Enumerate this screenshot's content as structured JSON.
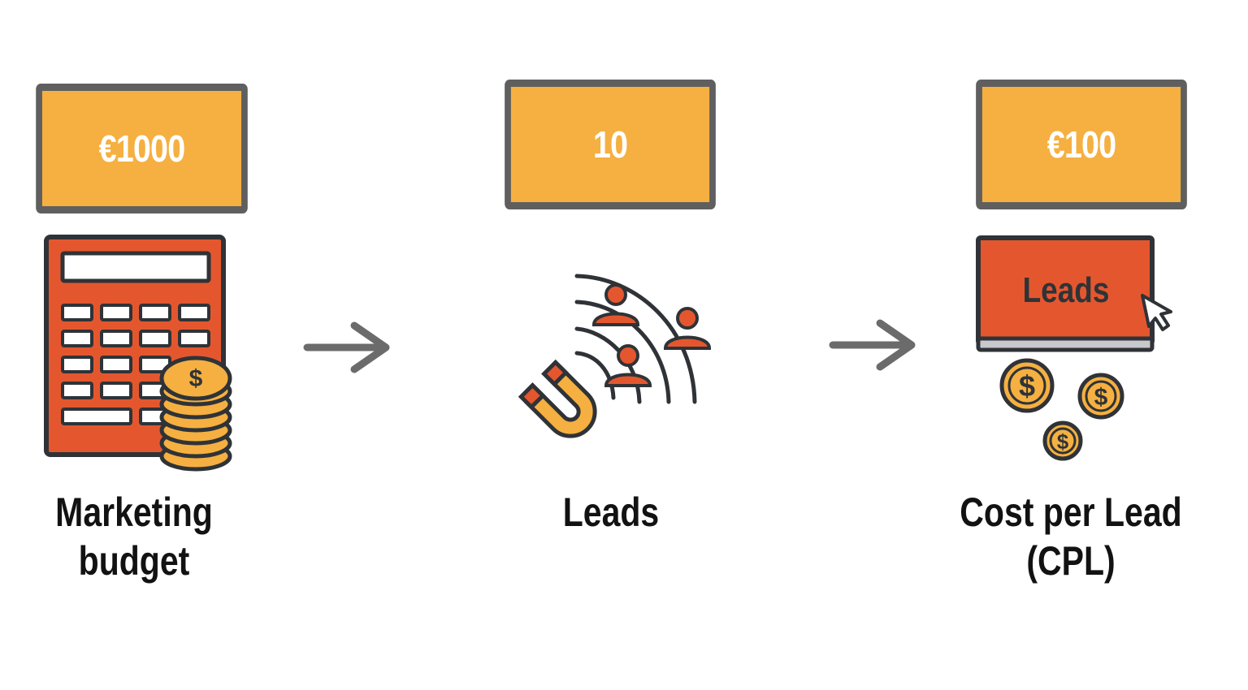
{
  "steps": [
    {
      "value": "€1000",
      "label": "Marketing\nbudget"
    },
    {
      "value": "10",
      "label": "Leads"
    },
    {
      "value": "€100",
      "label": "Cost per Lead (CPL)"
    }
  ],
  "icons": {
    "budget": "calculator-with-coins-icon",
    "leads": "magnet-attracting-people-icon",
    "cpl": "laptop-with-coins-icon",
    "screen_text": "Leads"
  },
  "colors": {
    "box_fill": "#f5b041",
    "box_border": "#5f5f5f",
    "accent": "#e4572e",
    "outline": "#2f3337",
    "arrow": "#6b6b6b"
  }
}
